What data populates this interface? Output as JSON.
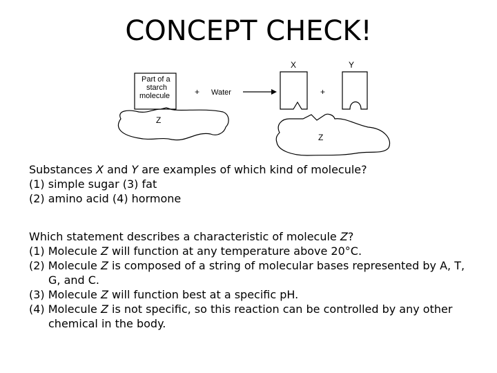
{
  "title": "CONCEPT CHECK!",
  "diagram": {
    "starch_line1": "Part of a",
    "starch_line2": "starch",
    "starch_line3": "molecule",
    "plus": "+",
    "water": "Water",
    "label_x": "X",
    "label_y": "Y",
    "label_z": "Z"
  },
  "question1": {
    "stem_a": "Substances ",
    "x": "X",
    "stem_b": " and ",
    "y": "Y",
    "stem_c": " are examples of which kind of molecule?",
    "line2": "(1) simple sugar (3) fat",
    "line3": "(2) amino acid (4) hormone"
  },
  "question2": {
    "stem_a": "Which statement describes a characteristic of molecule ",
    "z": "Z",
    "stem_b": "?",
    "options": [
      {
        "pre": "(1) Molecule ",
        "z": "Z",
        "post": " will function at any temperature above 20°C."
      },
      {
        "pre": "(2) Molecule ",
        "z": "Z",
        "post": " is composed of a string of molecular bases represented by A, T, G, and C."
      },
      {
        "pre": "(3) Molecule ",
        "z": "Z",
        "post": " will function best at a specific pH."
      },
      {
        "pre": "(4) Molecule ",
        "z": "Z",
        "post": " is not specific, so this reaction can be controlled by any other chemical in the body."
      }
    ]
  }
}
